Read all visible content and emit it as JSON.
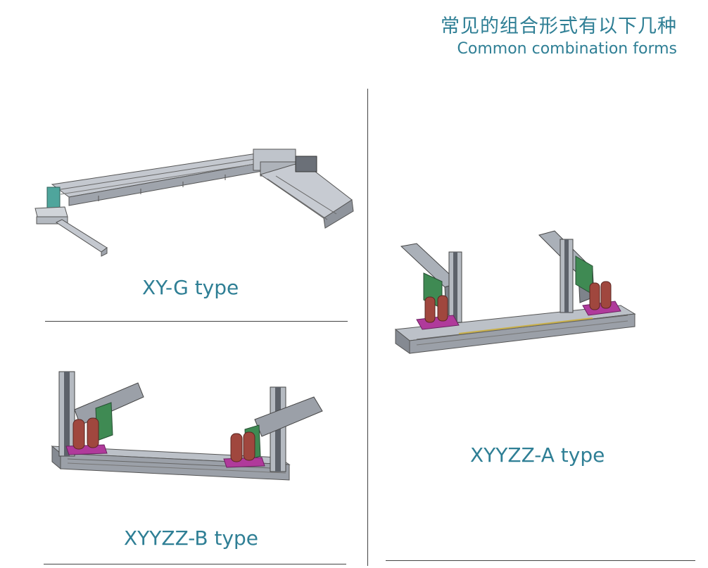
{
  "header": {
    "title_cn": "常见的组合形式有以下几种",
    "title_en": "Common combination forms"
  },
  "sections": {
    "xy_g": {
      "label": "XY-G type"
    },
    "xyyzz_a": {
      "label": "XYYZZ-A type"
    },
    "xyyzz_b": {
      "label": "XYYZZ-B type"
    }
  },
  "colors": {
    "accent_text": "#2f7f95",
    "rail_body": "#b9bec6",
    "rail_dark": "#4a4f57",
    "magenta_plate": "#b03a9b",
    "red_mount": "#a0473e",
    "green_board": "#3f8a53",
    "teal_bracket": "#4fa59c"
  }
}
